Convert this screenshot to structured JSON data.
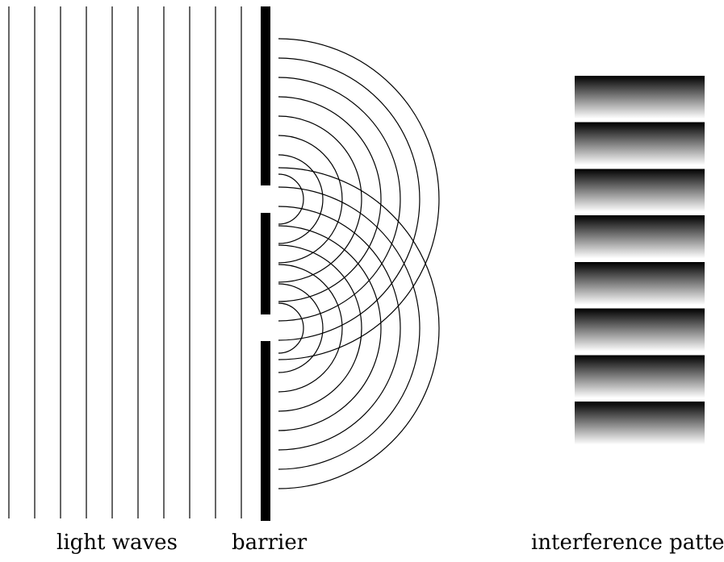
{
  "labels": {
    "light_waves": "light waves",
    "barrier": "barrier",
    "interference_pattern": "interference pattern"
  },
  "colors": {
    "background": "#ffffff",
    "stroke": "#000000",
    "fringe_bright": "#ffffff",
    "fringe_dark": "#000000"
  },
  "diagram": {
    "plane_wavefront_count": 10,
    "slit_count": 2,
    "wavefronts_per_slit": 8,
    "fringe_count": 8
  }
}
